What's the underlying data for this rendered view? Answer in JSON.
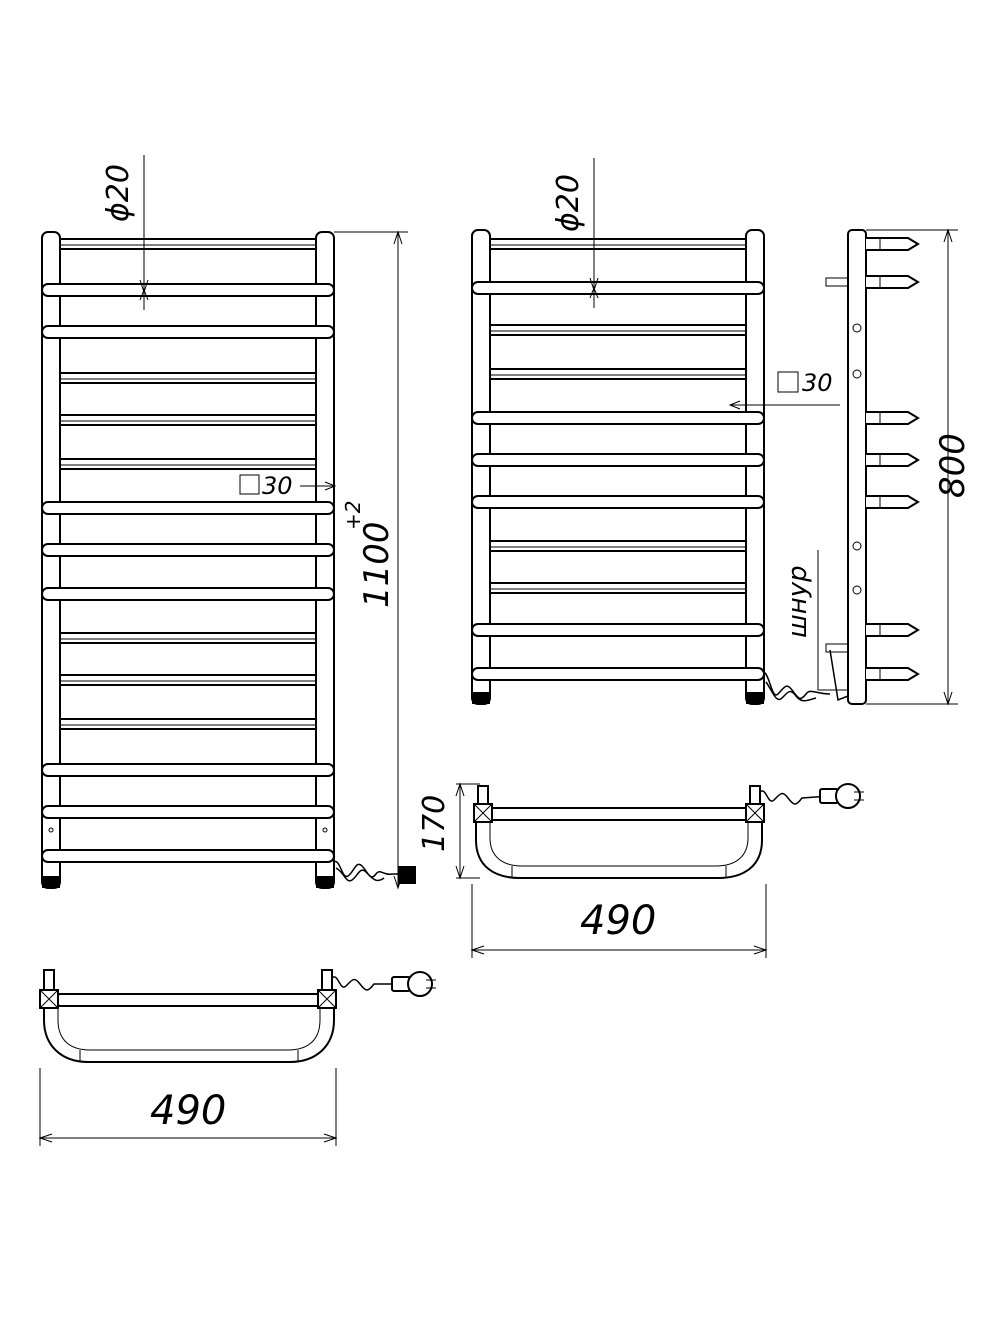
{
  "colors": {
    "line": "#000000",
    "paper": "#ffffff"
  },
  "tall_front_view": {
    "diameter_label": "ϕ20",
    "square_label": "30",
    "height_label": "1100",
    "height_tolerance": "+2"
  },
  "short_front_view": {
    "diameter_label": "ϕ20",
    "square_label": "30"
  },
  "side_view": {
    "height_label": "800",
    "cord_label": "шнур"
  },
  "top_view_right": {
    "depth_label": "170",
    "width_label": "490"
  },
  "top_view_left": {
    "width_label": "490"
  }
}
